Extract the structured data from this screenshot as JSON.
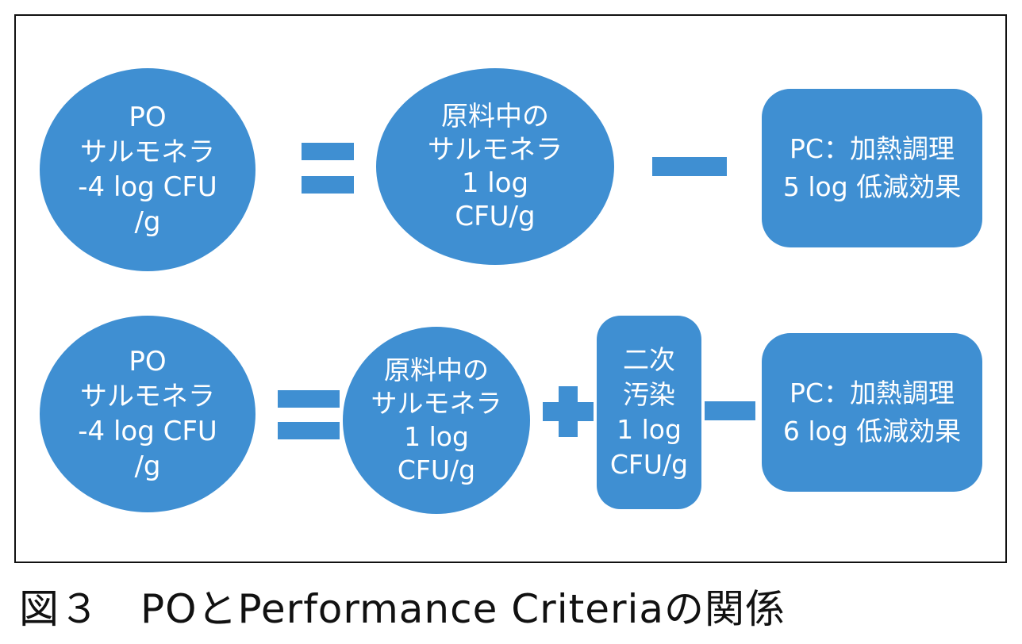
{
  "row1": {
    "po": [
      "PO",
      "サルモネラ",
      "-4 log CFU",
      "/g"
    ],
    "raw": [
      "原料中の",
      "サルモネラ",
      "1 log",
      "CFU/g"
    ],
    "pc": [
      "PC：加熱調理",
      "5 log 低減効果"
    ],
    "op_equals": "=",
    "op_minus": "−"
  },
  "row2": {
    "po": [
      "PO",
      "サルモネラ",
      "-4 log CFU",
      "/g"
    ],
    "raw": [
      "原料中の",
      "サルモネラ",
      "1 log",
      "CFU/g"
    ],
    "secondary": [
      "二次",
      "汚染",
      "1 log",
      "CFU/g"
    ],
    "pc": [
      "PC：加熱調理",
      "6 log 低減効果"
    ],
    "op_equals": "=",
    "op_plus": "+",
    "op_minus": "−"
  },
  "caption": "図３　POとPerformance Criteriaの関係",
  "colors": {
    "shape": "#3f8fd2",
    "text": "#ffffff",
    "border": "#111111"
  }
}
